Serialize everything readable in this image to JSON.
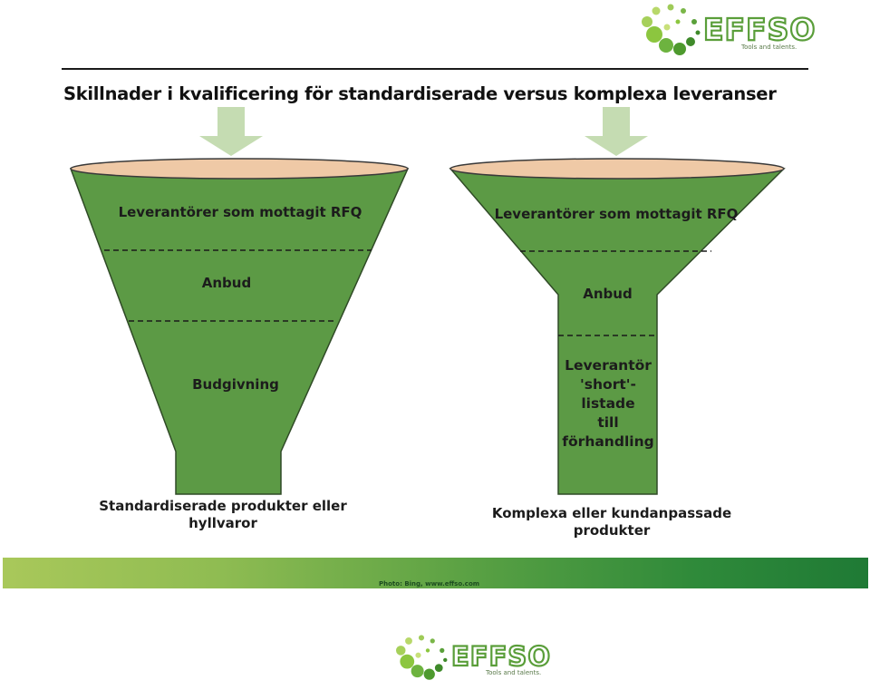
{
  "header": {
    "brand": "EFFSO",
    "tagline": "Tools and talents."
  },
  "title": "Skillnader i kvalificering för standardiserade versus komplexa leveranser",
  "left_funnel": {
    "stages": [
      "Leverantörer som mottagit RFQ",
      "Anbud",
      "Budgivning"
    ],
    "caption_line1": "Standardiserade produkter eller",
    "caption_line2": "hyllvaror"
  },
  "right_funnel": {
    "stages": [
      "Leverantörer som mottagit RFQ",
      "Anbud"
    ],
    "stem_lines": [
      "Leverantör",
      "'short'-",
      "listade",
      "till",
      "förhandling"
    ],
    "caption_line1": "Komplexa eller kundanpassade",
    "caption_line2": "produkter"
  },
  "footer": {
    "credit": "Photo: Bing, www.effso.com",
    "brand": "EFFSO",
    "tagline": "Tools and talents."
  },
  "colors": {
    "funnel_fill": "#5c9a45",
    "funnel_rim": "#efc9a6",
    "arrow": "#c5dcb2",
    "accent": "#5a9e3a"
  }
}
